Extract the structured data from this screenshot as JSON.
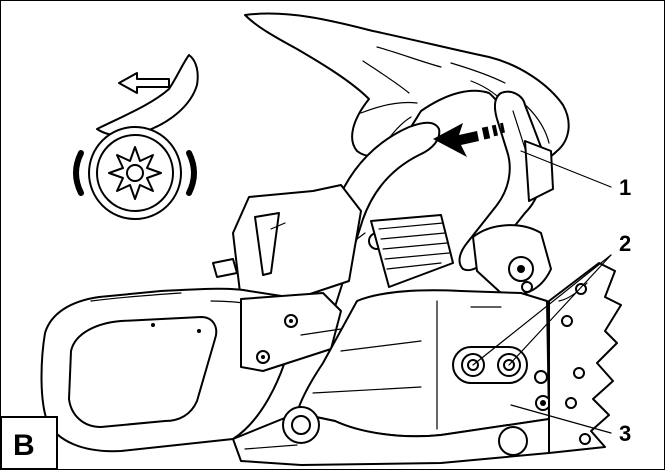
{
  "figure": {
    "panel_label": "B",
    "callouts": [
      {
        "number": "1"
      },
      {
        "number": "2"
      },
      {
        "number": "3"
      }
    ]
  },
  "icons": {
    "brake_symbol": "chain-brake-release-icon",
    "direction_arrow": "arrow-left-icon",
    "push_arrow": "dashed-arrow-left-icon"
  },
  "colors": {
    "ink": "#000000",
    "paper": "#ffffff"
  }
}
